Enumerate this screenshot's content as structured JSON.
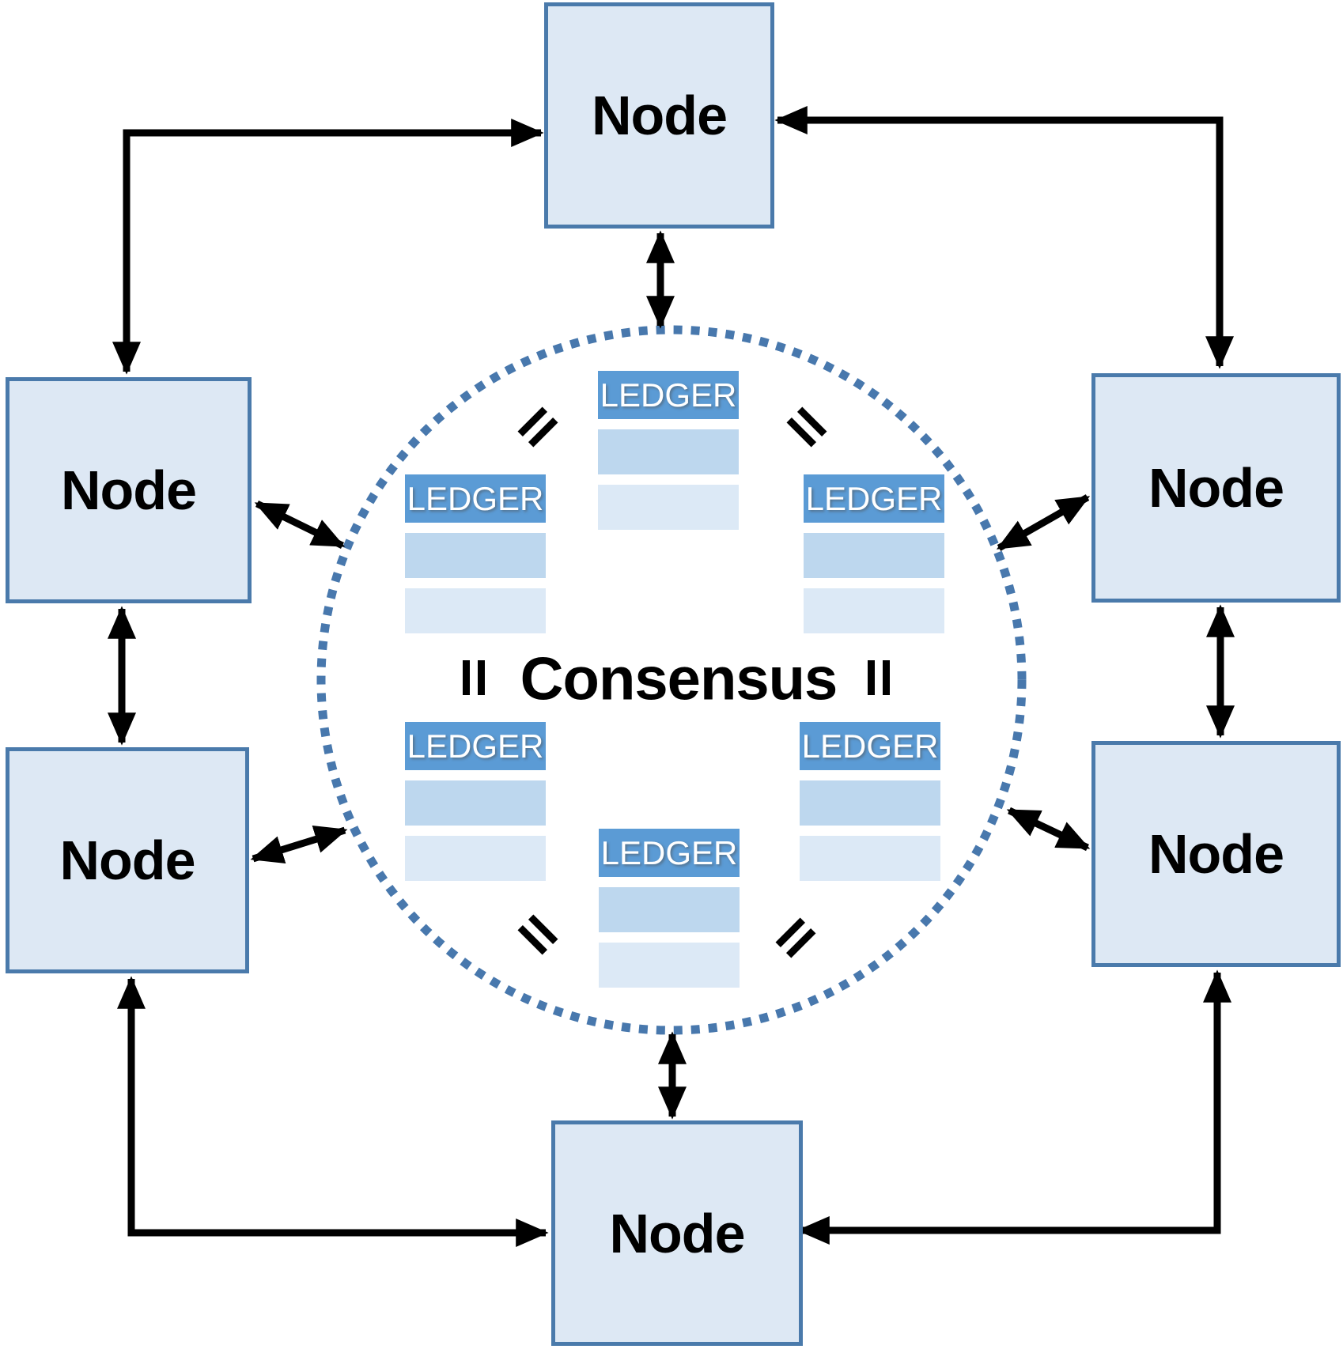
{
  "diagram": {
    "consensus_label": "Consensus",
    "equals_symbol": "=",
    "nodes": [
      {
        "id": "top",
        "label": "Node"
      },
      {
        "id": "left-upper",
        "label": "Node"
      },
      {
        "id": "right-upper",
        "label": "Node"
      },
      {
        "id": "left-lower",
        "label": "Node"
      },
      {
        "id": "right-lower",
        "label": "Node"
      },
      {
        "id": "bottom",
        "label": "Node"
      }
    ],
    "ledgers": [
      {
        "id": "top-center",
        "label": "LEDGER"
      },
      {
        "id": "left-upper",
        "label": "LEDGER"
      },
      {
        "id": "right-upper",
        "label": "LEDGER"
      },
      {
        "id": "left-lower",
        "label": "LEDGER"
      },
      {
        "id": "right-lower",
        "label": "LEDGER"
      },
      {
        "id": "bottom-center",
        "label": "LEDGER"
      }
    ],
    "colors": {
      "node_fill": "#dde8f4",
      "node_border": "#4a7aab",
      "ledger_header": "#5b9bd5",
      "ledger_row_1": "#bdd7ee",
      "ledger_row_2": "#dce9f6",
      "dotted_circle": "#4878ad",
      "arrow": "#000000",
      "ledger_text": "#ffffff",
      "label_text": "#000000"
    }
  }
}
